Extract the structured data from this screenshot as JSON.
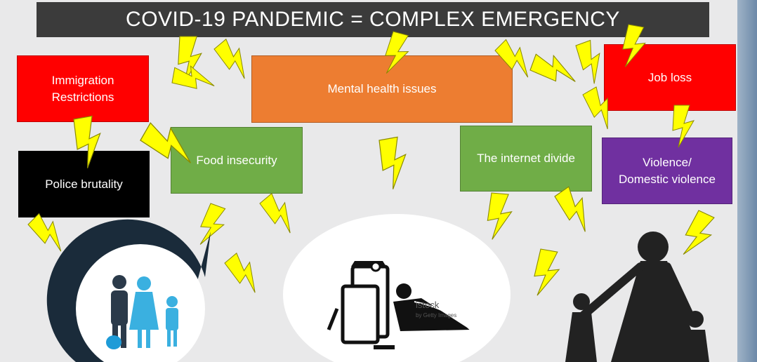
{
  "title": "COVID-19 PANDEMIC = COMPLEX EMERGENCY",
  "boxes": {
    "immigration": "Immigration\nRestrictions",
    "mental_health": "Mental health issues",
    "job_loss": "Job loss",
    "police": "Police brutality",
    "food": "Food insecurity",
    "internet": "The internet divide",
    "violence": "Violence/\nDomestic violence"
  },
  "watermark": {
    "text": "istock",
    "credit": "by Getty Images"
  },
  "colors": {
    "title_bg": "#3b3b3b",
    "red": "#ff0000",
    "orange": "#ed7d31",
    "green": "#70ad47",
    "black": "#000000",
    "purple": "#7030a0",
    "lightning": "#ffff00"
  },
  "icons": [
    "lightning-bolt-icon",
    "family-migrant-icon",
    "homeless-person-icon",
    "family-silhouette-icon"
  ]
}
